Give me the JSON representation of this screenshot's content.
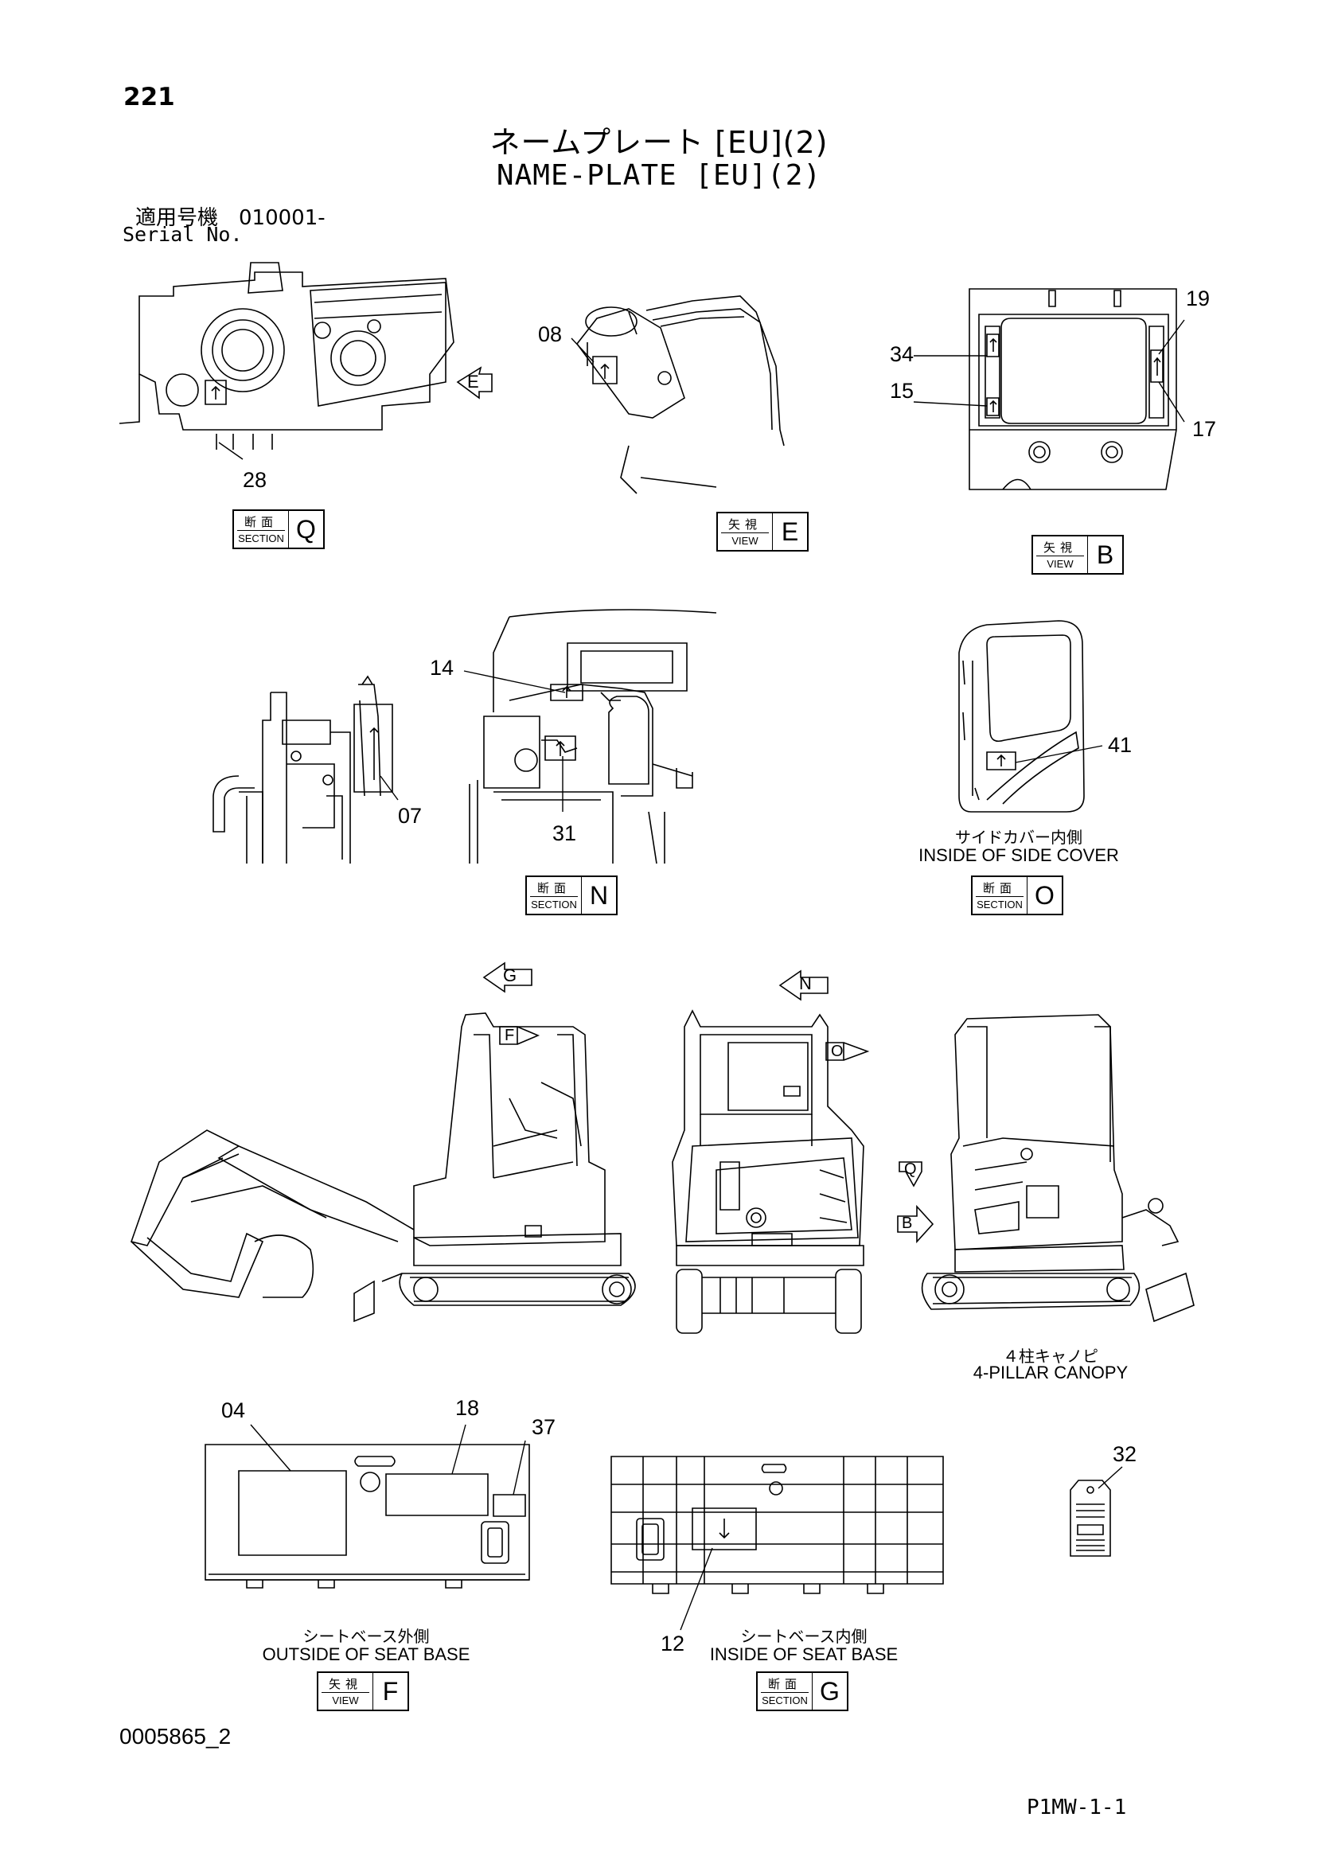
{
  "header": {
    "page_number": "221",
    "title_jp": "ネームプレート [EU](2)",
    "title_en": "NAME-PLATE [EU](2)",
    "serial_jp": "適用号機　010001-",
    "serial_en": "Serial No."
  },
  "views": {
    "q": {
      "label_jp": "断面",
      "label_en": "SECTION",
      "letter": "Q"
    },
    "e": {
      "label_jp": "矢視",
      "label_en": "VIEW",
      "letter": "E"
    },
    "b": {
      "label_jp": "矢視",
      "label_en": "VIEW",
      "letter": "B"
    },
    "n": {
      "label_jp": "断面",
      "label_en": "SECTION",
      "letter": "N"
    },
    "o": {
      "label_jp": "断面",
      "label_en": "SECTION",
      "letter": "O"
    },
    "f": {
      "label_jp": "矢視",
      "label_en": "VIEW",
      "letter": "F"
    },
    "g": {
      "label_jp": "断面",
      "label_en": "SECTION",
      "letter": "G"
    }
  },
  "callouts": {
    "c28": "28",
    "c08": "08",
    "c34": "34",
    "c15": "15",
    "c19": "19",
    "c17": "17",
    "c14": "14",
    "c07": "07",
    "c31": "31",
    "c41": "41",
    "c04": "04",
    "c18": "18",
    "c37": "37",
    "c32": "32",
    "c12": "12"
  },
  "arrows": {
    "e": "E",
    "g": "G",
    "n": "N",
    "f": "F",
    "o": "O",
    "q": "Q",
    "b": "B"
  },
  "captions": {
    "side_cover_jp": "サイドカバー内側",
    "side_cover_en": "INSIDE OF SIDE COVER",
    "canopy_jp": "４柱キャノピ",
    "canopy_en": "4-PILLAR CANOPY",
    "seat_out_jp": "シートベース外側",
    "seat_out_en": "OUTSIDE OF SEAT BASE",
    "seat_in_jp": "シートベース内側",
    "seat_in_en": "INSIDE OF SEAT BASE"
  },
  "footer": {
    "drawing_id": "0005865_2",
    "page_code": "P1MW-1-1"
  }
}
